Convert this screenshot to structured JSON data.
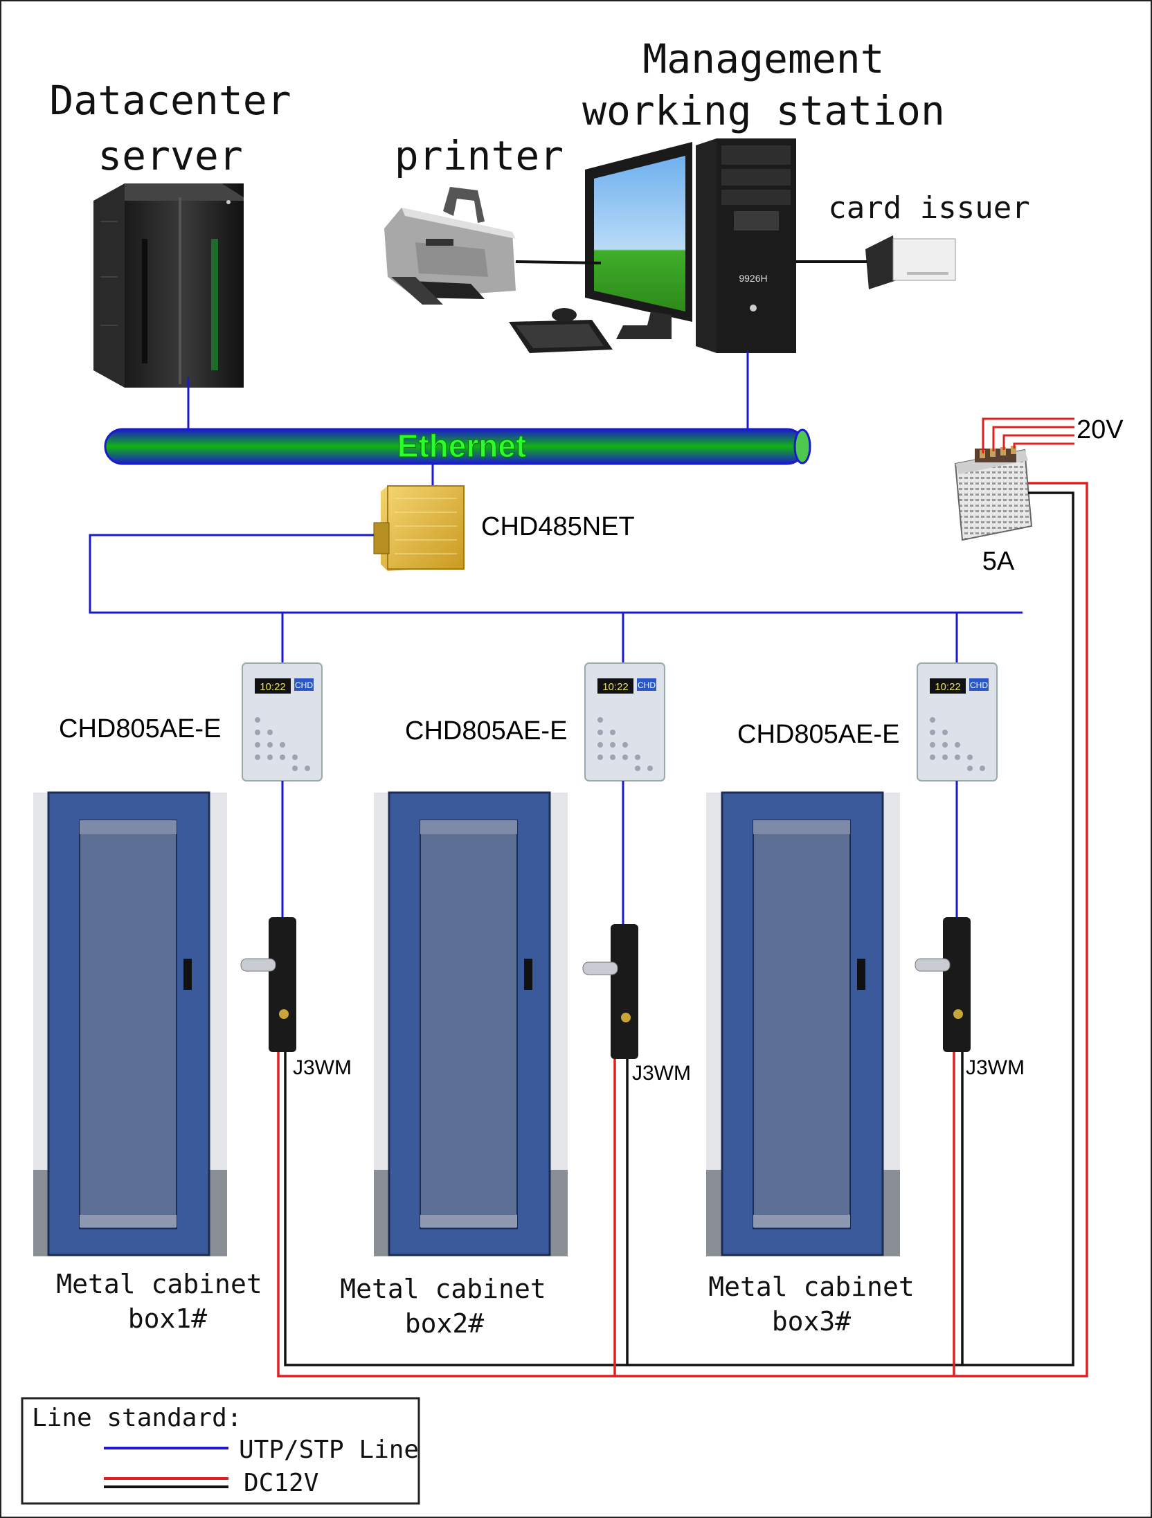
{
  "labels": {
    "server_line1": "Datacenter",
    "server_line2": "server",
    "station_line1": "Management",
    "station_line2": "working station",
    "printer": "printer",
    "card_issuer": "card issuer",
    "ethernet": "Ethernet",
    "converter": "CHD485NET",
    "power_voltage": "20V",
    "power_current": "5A",
    "controller": "CHD805AE-E",
    "lock": "J3WM",
    "cabinet_line1": "Metal cabinet",
    "cabinet_boxes": [
      "box1#",
      "box2#",
      "box3#"
    ],
    "pc_brand": "9926H",
    "display_time": "10:22",
    "controller_logo": "CHD"
  },
  "legend": {
    "title": "Line standard:",
    "items": [
      {
        "label": "UTP/STP Line",
        "color": "#1a1acc"
      },
      {
        "label": "DC12V",
        "color": "#e02020"
      }
    ]
  },
  "colors": {
    "utp_line": "#1a1acc",
    "dc_positive": "#e02020",
    "dc_negative": "#111111",
    "ethernet_pipe_blue": "#1a1acc",
    "ethernet_pipe_green": "#12a312",
    "cabinet_blue": "#3b5a9c",
    "converter_gold": "#e0b93a"
  }
}
